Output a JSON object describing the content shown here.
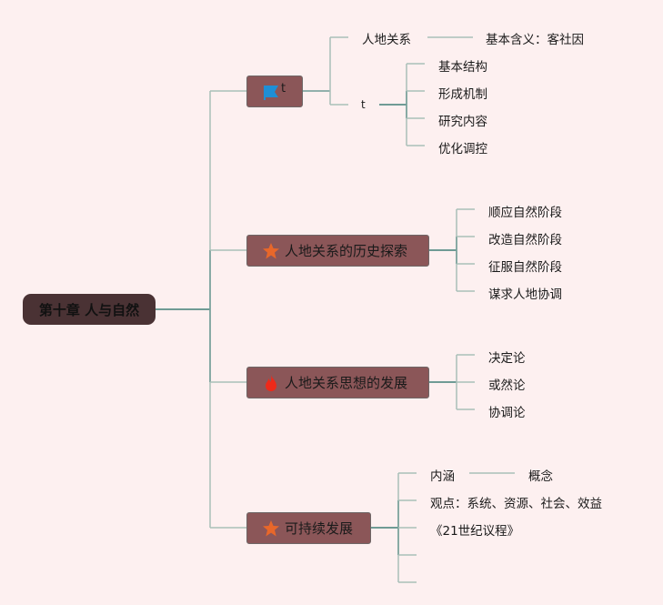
{
  "colors": {
    "background": "#fdf0f0",
    "root_fill": "#4a3234",
    "main_fill": "#8b5658",
    "line": "#a9bfb8",
    "line_dark": "#6f9b95",
    "flag": "#1e8fd6",
    "star": "#e8672a",
    "fire": "#ee2a1a"
  },
  "root": {
    "label": "第十章 人与自然"
  },
  "branches": [
    {
      "label": "t",
      "icon": "flag-icon",
      "children": [
        {
          "label": "人地关系",
          "children": [
            {
              "label": "基本含义：客社因"
            }
          ]
        },
        {
          "label": "t",
          "children": [
            {
              "label": "基本结构"
            },
            {
              "label": "形成机制"
            },
            {
              "label": "研究内容"
            },
            {
              "label": "优化调控"
            }
          ]
        }
      ]
    },
    {
      "label": "人地关系的历史探索",
      "icon": "star-icon",
      "children": [
        {
          "label": "顺应自然阶段"
        },
        {
          "label": "改造自然阶段"
        },
        {
          "label": "征服自然阶段"
        },
        {
          "label": "谋求人地协调"
        }
      ]
    },
    {
      "label": "人地关系思想的发展",
      "icon": "fire-icon",
      "children": [
        {
          "label": "决定论"
        },
        {
          "label": "或然论"
        },
        {
          "label": "协调论"
        }
      ]
    },
    {
      "label": "可持续发展",
      "icon": "star-icon",
      "children": [
        {
          "label": "内涵",
          "children": [
            {
              "label": "概念"
            }
          ]
        },
        {
          "label": "观点：系统、资源、社会、效益"
        },
        {
          "label": "《21世纪议程》"
        },
        {
          "label": ""
        },
        {
          "label": ""
        }
      ]
    }
  ]
}
